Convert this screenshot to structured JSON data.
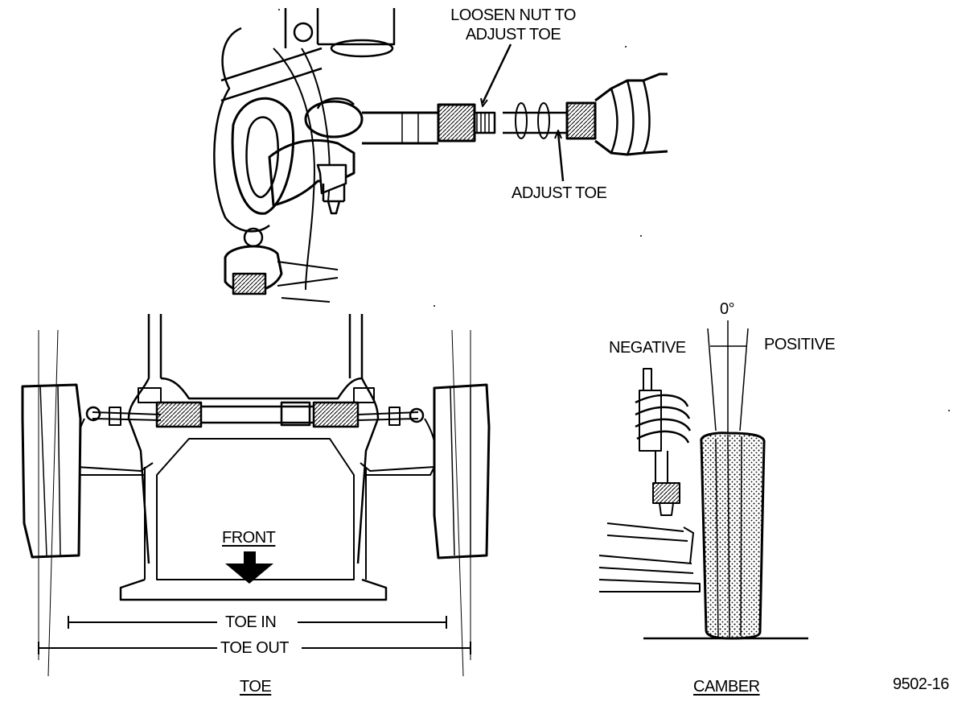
{
  "labels": {
    "loosen_nut": [
      "LOOSEN NUT TO",
      "ADJUST TOE"
    ],
    "adjust_toe": "ADJUST TOE",
    "front": "FRONT",
    "toe_in": "TOE IN",
    "toe_out": "TOE OUT",
    "toe_caption": "TOE",
    "zero_degree": "0°",
    "negative": "NEGATIVE",
    "positive": "POSITIVE",
    "camber_caption": "CAMBER",
    "figure_number": "9502-16"
  }
}
